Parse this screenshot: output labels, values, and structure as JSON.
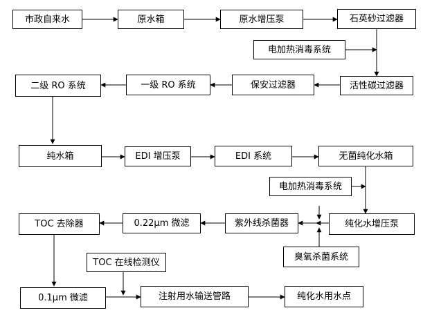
{
  "nodes": {
    "municipal_water": "市政自来水",
    "raw_water_tank": "原水箱",
    "raw_water_booster_pump": "原水增压泵",
    "quartz_sand_filter": "石英砂过滤器",
    "electric_heating_disinfection_1": "电加热消毒系统",
    "activated_carbon_filter": "活性碳过滤器",
    "security_filter": "保安过滤器",
    "primary_ro": "一级 RO 系统",
    "secondary_ro": "二级 RO 系统",
    "pure_water_tank": "纯水箱",
    "edi_booster_pump": "EDI 增压泵",
    "edi_system": "EDI 系统",
    "sterile_purified_water_tank": "无菌纯化水箱",
    "electric_heating_disinfection_2": "电加热消毒系统",
    "purified_water_booster_pump": "纯化水增压泵",
    "uv_sterilizer": "紫外线杀菌器",
    "microfilter_022": "0.22μm 微滤",
    "toc_remover": "TOC 去除器",
    "ozone_sterilization": "臭氧杀菌系统",
    "toc_online_detector": "TOC 在线检测仪",
    "microfilter_01": "0.1μm 微滤",
    "injection_water_pipeline": "注射用水输送管路",
    "purified_water_use_point": "纯化水用水点"
  }
}
